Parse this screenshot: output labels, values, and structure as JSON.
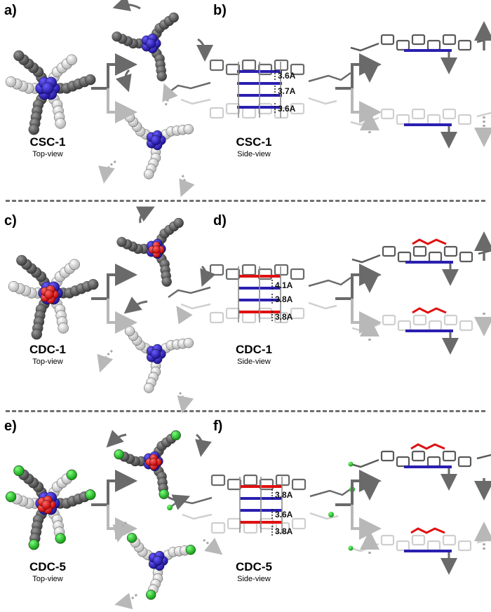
{
  "panels": [
    {
      "label": "a)",
      "molecule": "CSC-1",
      "view": "Top-view"
    },
    {
      "label": "b)",
      "molecule": "CSC-1",
      "view": "Side-view",
      "distances": [
        "3.6A",
        "3.7A",
        "3.6A"
      ]
    },
    {
      "label": "c)",
      "molecule": "CDC-1",
      "view": "Top-view"
    },
    {
      "label": "d)",
      "molecule": "CDC-1",
      "view": "Side-view",
      "distances": [
        "4.1A",
        "3.8A",
        "3.8A"
      ]
    },
    {
      "label": "e)",
      "molecule": "CDC-5",
      "view": "Top-view"
    },
    {
      "label": "f)",
      "molecule": "CDC-5",
      "view": "Side-view",
      "distances": [
        "3.8A",
        "3.6A",
        "3.8A"
      ]
    }
  ],
  "colors": {
    "dark_atom": "#5a5a5a",
    "light_atom": "#d6d6d6",
    "blue_core": "#2a1fb0",
    "red_core": "#e01010",
    "green_end": "#22b022",
    "arrow_dark": "#6a6a6a",
    "arrow_light": "#b8b8b8",
    "divider": "#707070"
  }
}
